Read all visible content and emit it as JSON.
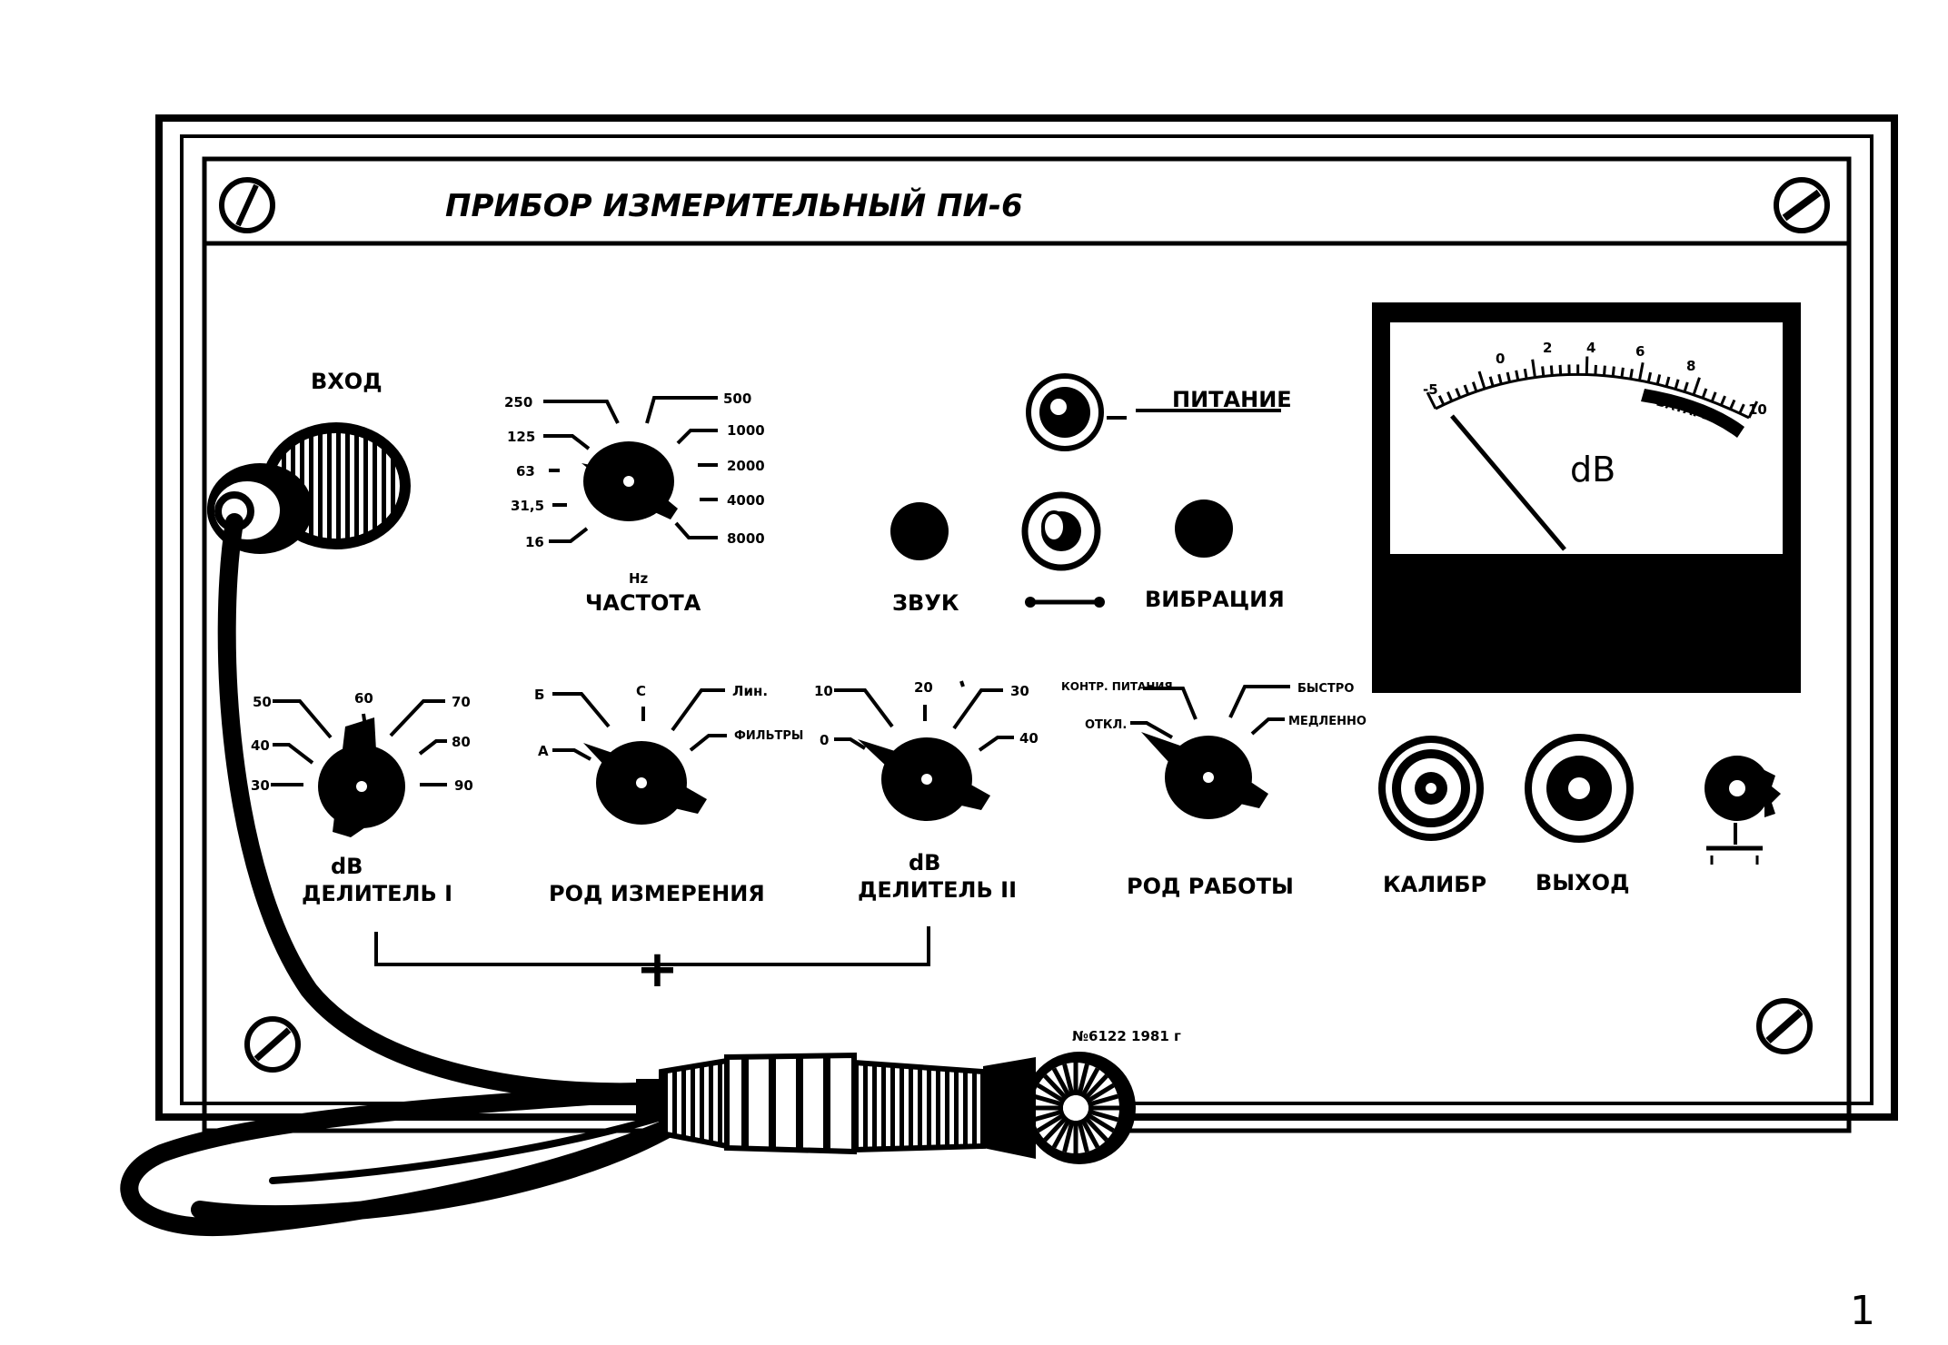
{
  "title": "ПРИБОР ИЗМЕРИТЕЛЬНЫЙ ПИ-6",
  "serial": "№6122   1981 г",
  "page_number": "1",
  "input_label": "ВХОД",
  "power_label": "ПИТАНИЕ",
  "sound_label": "ЗВУК",
  "vibration_label": "ВИБРАЦИЯ",
  "meter": {
    "unit": "dB",
    "scale": [
      "-5",
      "0",
      "2",
      "4",
      "6",
      "8",
      "10"
    ],
    "battery_label": "БАТАРЕЯ"
  },
  "frequency": {
    "unit": "Hz",
    "caption": "ЧАСТОТА",
    "left_values": [
      "250",
      "125",
      "63",
      "31,5",
      "16"
    ],
    "right_values": [
      "500",
      "1000",
      "2000",
      "4000",
      "8000"
    ]
  },
  "divider1": {
    "unit": "dB",
    "caption": "ДЕЛИТЕЛЬ I",
    "values": [
      "50",
      "60",
      "70",
      "40",
      "80",
      "30",
      "90"
    ]
  },
  "mode": {
    "caption": "РОД ИЗМЕРЕНИЯ",
    "values": [
      "Б",
      "С",
      "Лин.",
      "А",
      "ФИЛЬТРЫ"
    ]
  },
  "divider2": {
    "unit": "dB",
    "caption": "ДЕЛИТЕЛЬ II",
    "values": [
      "10",
      "20",
      "30",
      "0",
      "40"
    ]
  },
  "operation": {
    "caption": "РОД РАБОТЫ",
    "values": [
      "КОНТР. ПИТАНИЯ",
      "БЫСТРО",
      "ОТКЛ.",
      "МЕДЛЕННО"
    ]
  },
  "calibration_label": "КАЛИБР",
  "output_label": "ВЫХОД",
  "sum_sign": "+"
}
